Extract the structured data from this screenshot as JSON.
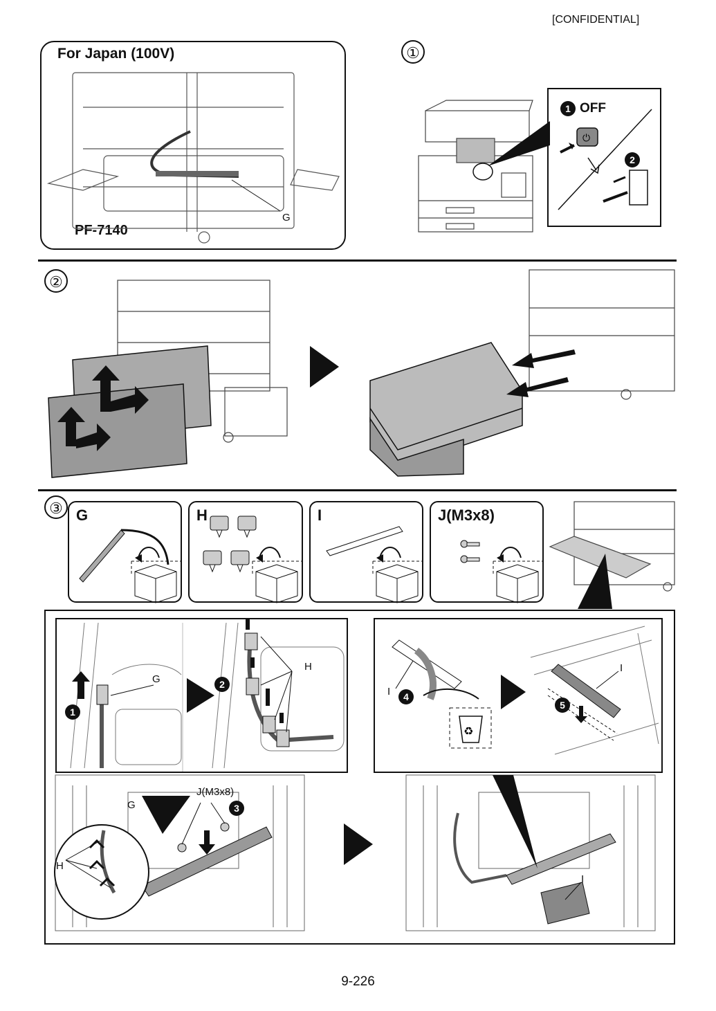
{
  "header": {
    "confidential": "[CONFIDENTIAL]"
  },
  "footer": {
    "page_number": "9-226"
  },
  "section1": {
    "step": "①",
    "japan_title": "For Japan (100V)",
    "model": "PF-7140",
    "label_g": "G",
    "off_label": "OFF",
    "num1": "1",
    "num2": "2"
  },
  "section2": {
    "step": "②"
  },
  "section3": {
    "step": "③",
    "parts": [
      {
        "label": "G"
      },
      {
        "label": "H"
      },
      {
        "label": "I"
      },
      {
        "label": "J(M3x8)"
      }
    ],
    "left_inset": {
      "label_g": "G",
      "label_h": "H",
      "num1": "1",
      "num2": "2"
    },
    "right_inset": {
      "label_i1": "I",
      "label_i2": "I",
      "num4": "4",
      "num5": "5"
    },
    "bottom_left": {
      "label_j": "J(M3x8)",
      "label_g": "G",
      "label_h": "H",
      "num3": "3"
    },
    "bottom_right": {
      "label_i": "I"
    }
  },
  "colors": {
    "line": "#111111",
    "gray": "#888888",
    "light": "#cfcfcf"
  }
}
